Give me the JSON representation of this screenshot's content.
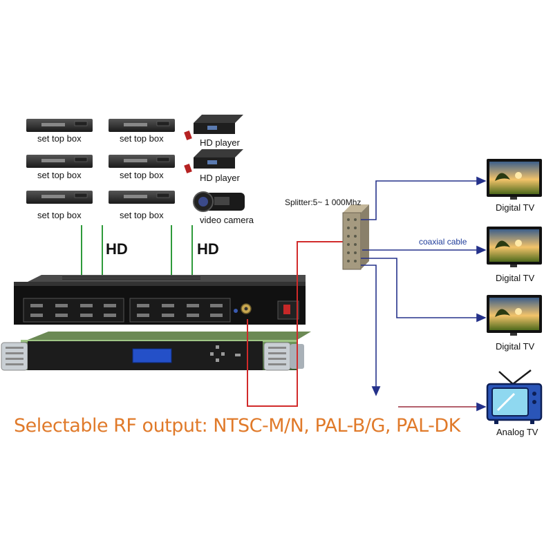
{
  "sources": [
    {
      "label": "set top box"
    },
    {
      "label": "set top box"
    },
    {
      "label": "HD player"
    },
    {
      "label": "set top box"
    },
    {
      "label": "set top box"
    },
    {
      "label": "HD player"
    },
    {
      "label": "set top box"
    },
    {
      "label": "set top box"
    },
    {
      "label": "video camera"
    }
  ],
  "hd_labels": [
    "HD",
    "HD"
  ],
  "splitter": {
    "label": "Splitter:5~ 1 000Mhz"
  },
  "cable": {
    "label": "coaxial cable"
  },
  "outputs": [
    {
      "label": "Digital TV"
    },
    {
      "label": "Digital TV"
    },
    {
      "label": "Digital TV"
    },
    {
      "label": "Analog TV"
    }
  ],
  "rf_output": {
    "label": "Selectable RF output: NTSC-M/N, PAL-B/G, PAL-DK"
  },
  "colors": {
    "hdmi_line": "#2e9a3a",
    "rf_line": "#d12a2a",
    "coax_line": "#24318a",
    "analog_line": "#9a2a3a",
    "rf_text": "#e07a2a",
    "coax_text": "#1f3c9a"
  }
}
